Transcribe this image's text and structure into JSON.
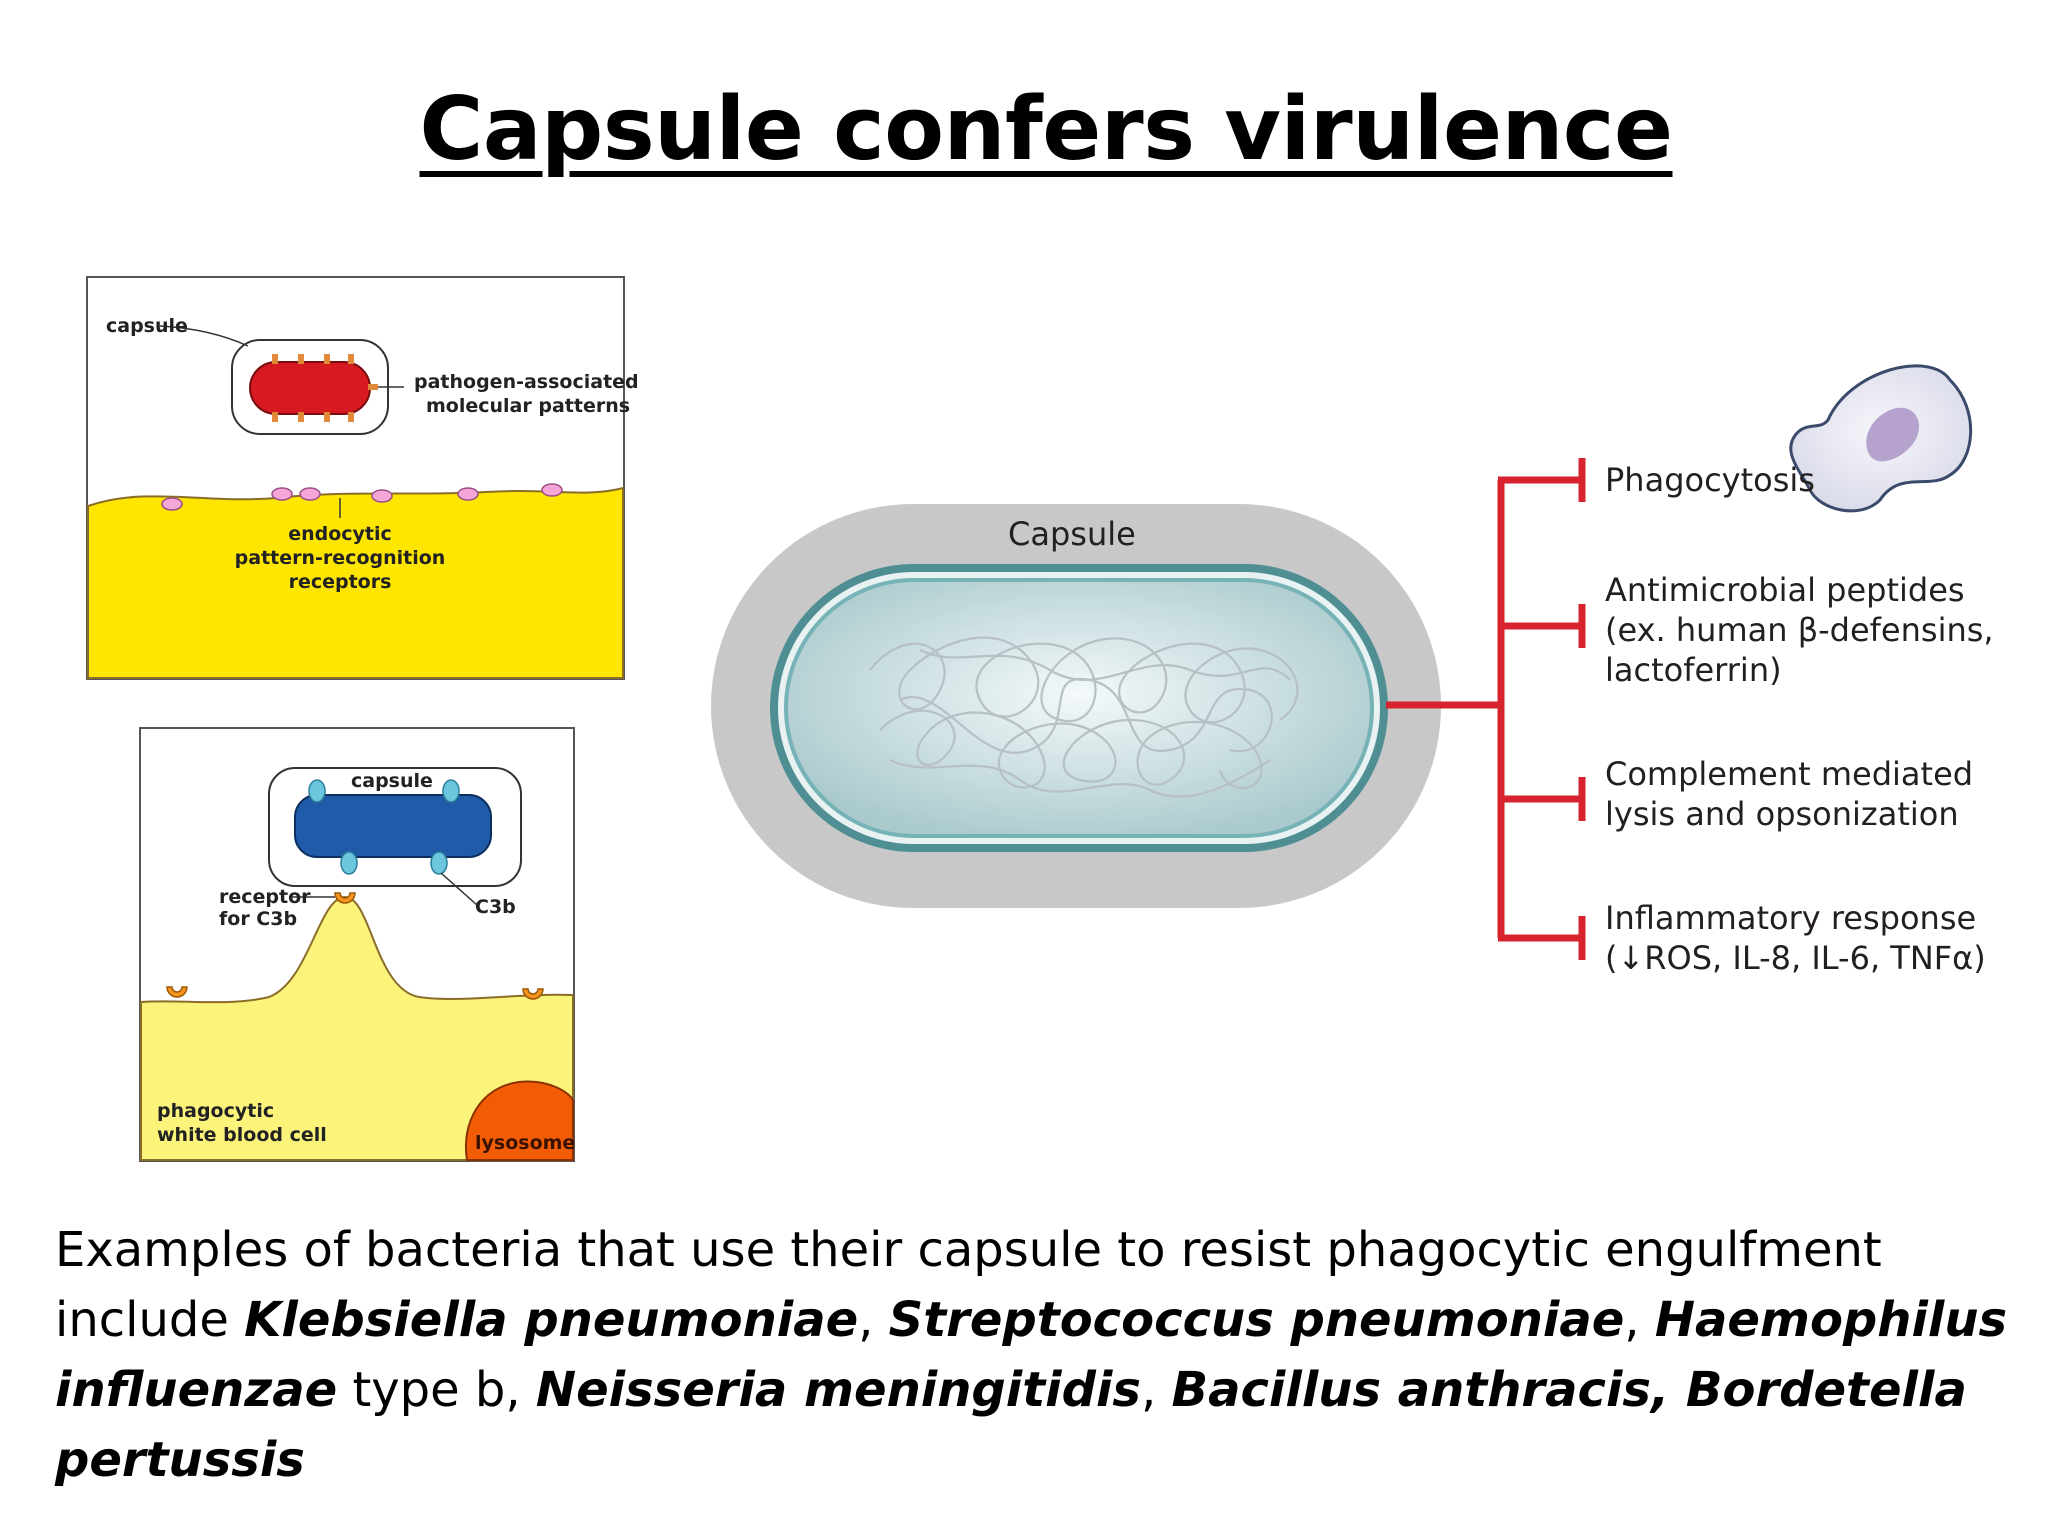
{
  "slide": {
    "title": "Capsule confers virulence"
  },
  "panel_top": {
    "label_capsule": "capsule",
    "label_pamp_line1": "pathogen-associated",
    "label_pamp_line2": "molecular patterns",
    "label_receptor_line1": "endocytic",
    "label_receptor_line2": "pattern-recognition",
    "label_receptor_line3": "receptors",
    "colors": {
      "bacterium": "#d71920",
      "cell": "#ffe600"
    }
  },
  "panel_bottom": {
    "label_capsule": "capsule",
    "label_receptor_line1": "receptor",
    "label_receptor_line2": "for C3b",
    "label_c3b": "C3b",
    "label_cell_line1": "phagocytic",
    "label_cell_line2": "white blood cell",
    "label_lysosome": "lysosome",
    "colors": {
      "bacterium": "#1f5ba8",
      "cell": "#fbf37a",
      "lysosome": "#f25c05",
      "receptor": "#f7941d"
    }
  },
  "main_diagram": {
    "capsule_label": "Capsule",
    "inhibited_processes": [
      {
        "lines": [
          "Phagocytosis"
        ]
      },
      {
        "lines": [
          "Antimicrobial peptides",
          "(ex. human β-defensins,",
          "lactoferrin)"
        ]
      },
      {
        "lines": [
          "Complement mediated",
          "lysis and opsonization"
        ]
      },
      {
        "lines": [
          "Inflammatory response",
          "(↓ROS, IL-8, IL-6, TNFα)"
        ]
      }
    ],
    "icons": [
      "phagocyte-cell-icon"
    ],
    "colors": {
      "inhibition": "#d7232e",
      "capsule": "#c8c8c8",
      "membrane": "#5b9ea1"
    }
  },
  "caption": {
    "p1": "Examples of bacteria that use their capsule to resist phagocytic engulfment include ",
    "s1": "Klebsiella pneumoniae",
    "p2": ", ",
    "s2": "Streptococcus pneumoniae",
    "p3": ", ",
    "s3": "Haemophilus influenzae",
    "p4": " type b, ",
    "s4": "Neisseria meningitidis",
    "p5": ", ",
    "s5": "Bacillus anthracis, Bordetella pertussis"
  }
}
